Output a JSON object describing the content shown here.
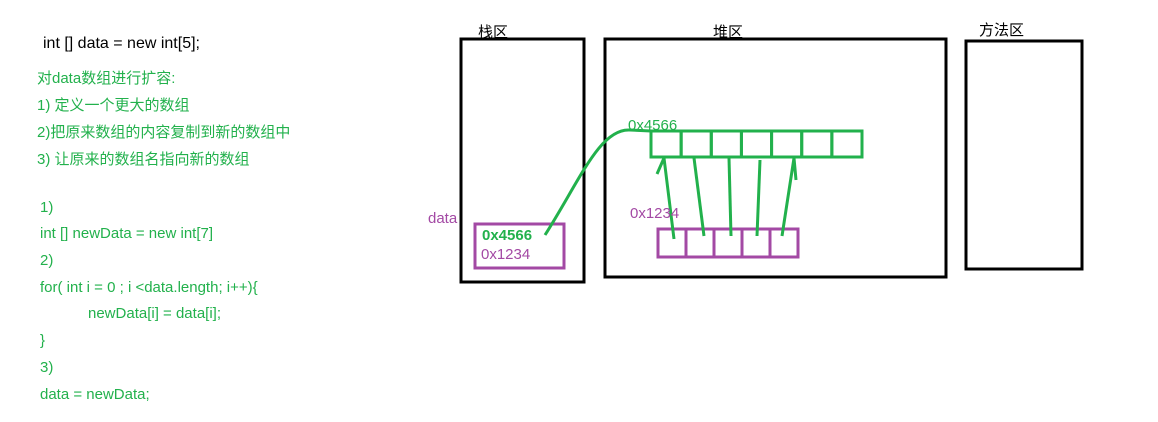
{
  "code_header": "int [] data = new int[5];",
  "notes": {
    "title": "对data数组进行扩容:",
    "steps": [
      "1) 定义一个更大的数组",
      "2)把原来数组的内容复制到新的数组中",
      "3) 让原来的数组名指向新的数组"
    ]
  },
  "code": {
    "step1_label": "1)",
    "step1_code": "int [] newData = new int[7]",
    "step2_label": "2)",
    "loop_head": "for( int i = 0 ; i <data.length; i++){",
    "loop_body": "newData[i] = data[i];",
    "loop_end": "}",
    "step3_label": "3)",
    "step3_code": "data = newData;"
  },
  "regions": {
    "stack": "栈区",
    "heap": "堆区",
    "method": "方法区"
  },
  "stack_var": {
    "name": "data",
    "new_value": "0x4566",
    "old_value": "0x1234"
  },
  "heap": {
    "new_array_address": "0x4566",
    "new_array_length": 7,
    "old_array_address": "0x1234",
    "old_array_length": 5
  },
  "colors": {
    "green": "#22b14c",
    "purple": "#a349a4",
    "black": "#000000"
  }
}
